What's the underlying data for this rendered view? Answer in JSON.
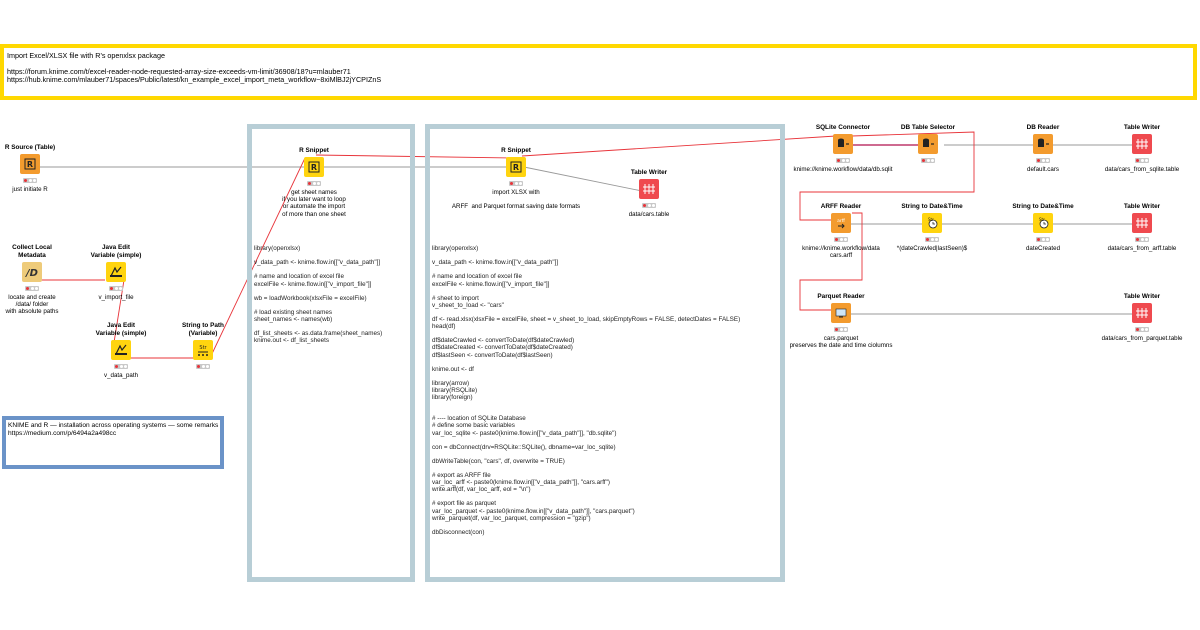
{
  "annotations": {
    "header": {
      "lines": [
        "Import Excel/XLSX file with R's openxlsx package",
        "",
        "https://forum.knime.com/t/excel-reader-node-requested-array-size-exceeds-vm-limit/36908/18?u=mlauber71",
        "https://hub.knime.com/mlauber71/spaces/Public/latest/kn_example_excel_import_meta_workflow~8xiMlBJ2jYCPIZnS"
      ],
      "border_color": "#ffd800"
    },
    "remarks": {
      "lines": [
        "KNIME and R — installation across operating systems — some remarks",
        "https://medium.com/p/6494a2a498cc"
      ],
      "border_color": "#6b93c8"
    },
    "snippet1_box": {
      "border_color": "#b8ced6"
    },
    "snippet2_box": {
      "border_color": "#b8ced6"
    }
  },
  "code": {
    "snippet1": [
      "library(openxlsx)",
      "",
      "v_data_path <- knime.flow.in[[\"v_data_path\"]]",
      "",
      "# name and location of excel file",
      "excelFile <- knime.flow.in[[\"v_import_file\"]]",
      "",
      "wb = loadWorkbook(xlsxFile = excelFile)",
      "",
      "# load existing sheet names",
      "sheet_names <- names(wb)",
      "",
      "df_list_sheets <- as.data.frame(sheet_names)",
      "knime.out <- df_list_sheets"
    ],
    "snippet2": [
      "library(openxlsx)",
      "",
      "v_data_path <- knime.flow.in[[\"v_data_path\"]]",
      "",
      "# name and location of excel file",
      "excelFile <- knime.flow.in[[\"v_import_file\"]]",
      "",
      "# sheet to import",
      "v_sheet_to_load <- \"cars\"",
      "",
      "df <- read.xlsx(xlsxFile = excelFile, sheet = v_sheet_to_load, skipEmptyRows = FALSE, detectDates = FALSE)",
      "head(df)",
      "",
      "df$dateCrawled <- convertToDate(df$dateCrawled)",
      "df$dateCreated <- convertToDate(df$dateCreated)",
      "df$lastSeen <- convertToDate(df$lastSeen)",
      "",
      "knime.out <- df",
      "",
      "library(arrow)",
      "library(RSQLite)",
      "library(foreign)",
      "",
      "",
      "# ---- location of SQLite Database",
      "# define some basic variables",
      "var_loc_sqlite <- paste0(knime.flow.in[[\"v_data_path\"]], \"db.sqlite\")",
      "",
      "con = dbConnect(drv=RSQLite::SQLite(), dbname=var_loc_sqlite)",
      "",
      "dbWriteTable(con, \"cars\", df, overwrite = TRUE)",
      "",
      "# export as ARFF file",
      "var_loc_arff <- paste0(knime.flow.in[[\"v_data_path\"]], \"cars.arff\")",
      "write.arff(df, var_loc_arff, eol = \"\\n\")",
      "",
      "# export file as parquet",
      "var_loc_parquet <- paste0(knime.flow.in[[\"v_data_path\"]], \"cars.parquet\")",
      "write_parquet(df, var_loc_parquet, compression = \"gzip\")",
      "",
      "dbDisconnect(con)"
    ]
  },
  "colors": {
    "source": "#f39b2e",
    "manipulator": "#ffd40f",
    "sink": "#ef4a4f",
    "other": "#eecb7a",
    "link": "#9a9a9a",
    "flow_var": "#e8343a",
    "db_port": "#b0124e"
  },
  "nodes": [
    {
      "id": "r-source",
      "title": "R Source (Table)",
      "label": "just initiate R",
      "kind": "source",
      "icon": "r-icon"
    },
    {
      "id": "collect-local-metadata",
      "title": "Collect Local\nMetadata",
      "label": "locate and create\n/data/ folder\nwith absolute paths",
      "kind": "other",
      "icon": "metanode-icon"
    },
    {
      "id": "java-edit-1",
      "title": "Java Edit\nVariable (simple)",
      "label": "v_import_file",
      "kind": "manipulator",
      "icon": "java-icon"
    },
    {
      "id": "java-edit-2",
      "title": "Java Edit\nVariable (simple)",
      "label": "v_data_path",
      "kind": "manipulator",
      "icon": "java-icon"
    },
    {
      "id": "string-to-path",
      "title": "String to Path\n(Variable)",
      "label": "",
      "kind": "manipulator",
      "icon": "path-icon"
    },
    {
      "id": "r-snippet-1",
      "title": "R Snippet",
      "label": "get sheet names\nif you later want to loop\nor automate the import\nof more than one sheet",
      "kind": "manipulator",
      "icon": "r-icon"
    },
    {
      "id": "r-snippet-2",
      "title": "R Snippet",
      "label": "import XLSX with\n\nARFF  and Parquet format saving date formats",
      "kind": "manipulator",
      "icon": "r-icon"
    },
    {
      "id": "table-writer-1",
      "title": "Table Writer",
      "label": "data/cars.table",
      "kind": "sink",
      "icon": "table-icon"
    },
    {
      "id": "sqlite-connector",
      "title": "SQLite Connector",
      "label": "knime://knime.workflow/data/db.sqlit",
      "kind": "source",
      "icon": "db-icon"
    },
    {
      "id": "db-table-selector",
      "title": "DB Table Selector",
      "label": "",
      "kind": "source",
      "icon": "db-icon"
    },
    {
      "id": "db-reader",
      "title": "DB Reader",
      "label": "default.cars",
      "kind": "source",
      "icon": "db-icon"
    },
    {
      "id": "table-writer-2",
      "title": "Table Writer",
      "label": "data/cars_from_sqlite.table",
      "kind": "sink",
      "icon": "table-icon"
    },
    {
      "id": "arff-reader",
      "title": "ARFF Reader",
      "label": "knime://knime.workflow/data\ncars.arff",
      "kind": "source",
      "icon": "arff-icon"
    },
    {
      "id": "string-to-datetime-1",
      "title": "String to Date&Time",
      "label": "*(dateCrawled|lastSeen)$",
      "kind": "manipulator",
      "icon": "clock-icon"
    },
    {
      "id": "string-to-datetime-2",
      "title": "String to Date&Time",
      "label": "dateCreated",
      "kind": "manipulator",
      "icon": "clock-icon"
    },
    {
      "id": "table-writer-3",
      "title": "Table Writer",
      "label": "data/cars_from_arff.table",
      "kind": "sink",
      "icon": "table-icon"
    },
    {
      "id": "parquet-reader",
      "title": "Parquet Reader",
      "label": "cars.parquet\npreserves the date and time ciolumns",
      "kind": "source",
      "icon": "parquet-icon"
    },
    {
      "id": "table-writer-4",
      "title": "Table Writer",
      "label": "data/cars_from_parquet.table",
      "kind": "sink",
      "icon": "table-icon"
    }
  ]
}
